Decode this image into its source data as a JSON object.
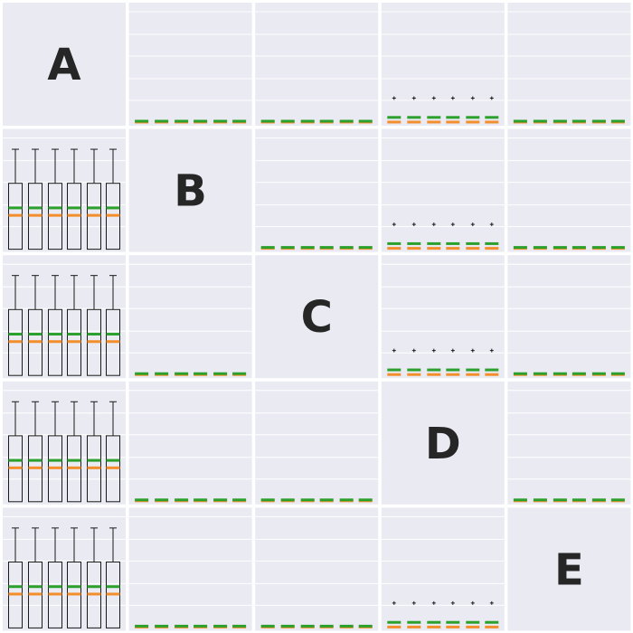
{
  "chart_data": {
    "type": "boxplot-matrix",
    "variables": [
      "A",
      "B",
      "C",
      "D",
      "E"
    ],
    "grid": true,
    "boxes_per_panel": 6,
    "y_scale": [
      0,
      5.4
    ],
    "shapes": {
      "full": {
        "whisker_low": 0.0,
        "q1": 0.0,
        "median": 1.55,
        "mean": 1.9,
        "q3": 3.1,
        "whisker_high": 4.7,
        "fliers": []
      },
      "flier": {
        "whisker_low": 0.0,
        "q1": 0.0,
        "median": 0.0,
        "mean": 0.22,
        "q3": 0.0,
        "whisker_high": 0.0,
        "fliers": [
          1.17
        ]
      },
      "flat": {
        "whisker_low": 0.0,
        "q1": 0.0,
        "median": 0.0,
        "mean": 0.0,
        "q3": 0.0,
        "whisker_high": 0.0,
        "fliers": []
      }
    },
    "cells": [
      [
        null,
        "flat",
        "flat",
        "flier",
        "flat"
      ],
      [
        "full",
        null,
        "flat",
        "flier",
        "flat"
      ],
      [
        "full",
        "flat",
        null,
        "flier",
        "flat"
      ],
      [
        "full",
        "flat",
        "flat",
        null,
        "flat"
      ],
      [
        "full",
        "flat",
        "flat",
        "flier",
        null
      ]
    ],
    "colors": {
      "panel_bg": "#eaeaf2",
      "gridline": "#ffffff",
      "box_edge": "#1a1a1a",
      "median": "#f28e2b",
      "mean": "#2ca02c",
      "label": "#262626"
    }
  }
}
